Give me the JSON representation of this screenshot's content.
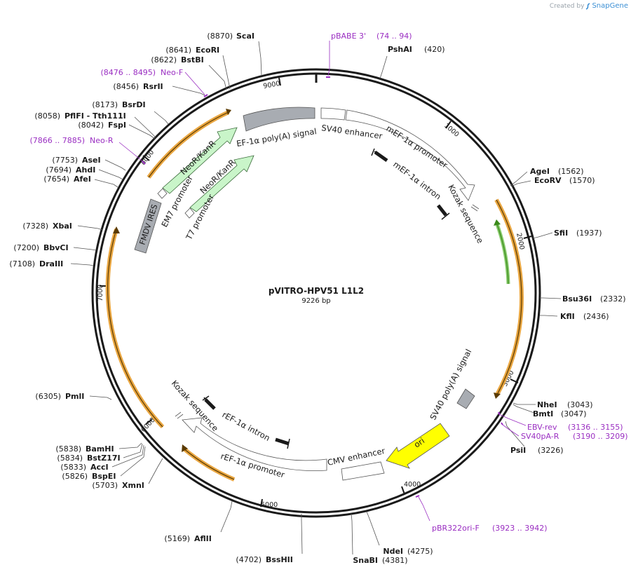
{
  "credit": {
    "prefix": "Created by",
    "brand": "SnapGene"
  },
  "plasmid": {
    "name": "pVITRO-HPV51 L1L2",
    "size_label": "9226 bp",
    "length": 9226
  },
  "colors": {
    "primer": "#9a2ec2",
    "feature_gray": "#a8acb2",
    "neo": "#c9f5c9",
    "ori": "#ffff00",
    "orf": "#e9a641",
    "green": "#3a8a1a"
  },
  "ticks": [
    "1000",
    "2000",
    "3000",
    "4000",
    "5000",
    "6000",
    "7000",
    "8000",
    "9000"
  ],
  "enzymes": [
    {
      "name": "ScaI",
      "pos": "(8870)"
    },
    {
      "name": "EcoRI",
      "pos": "(8641)"
    },
    {
      "name": "BstBI",
      "pos": "(8622)"
    },
    {
      "name": "RsrII",
      "pos": "(8456)"
    },
    {
      "name": "BsrDI",
      "pos": "(8173)"
    },
    {
      "name": "PflFI - Tth111I",
      "pos": "(8058)"
    },
    {
      "name": "FspI",
      "pos": "(8042)"
    },
    {
      "name": "AseI",
      "pos": "(7753)"
    },
    {
      "name": "AhdI",
      "pos": "(7694)"
    },
    {
      "name": "AfeI",
      "pos": "(7654)"
    },
    {
      "name": "XbaI",
      "pos": "(7328)"
    },
    {
      "name": "BbvCI",
      "pos": "(7200)"
    },
    {
      "name": "DraIII",
      "pos": "(7108)"
    },
    {
      "name": "PmlI",
      "pos": "(6305)"
    },
    {
      "name": "BamHI",
      "pos": "(5838)"
    },
    {
      "name": "BstZ17I",
      "pos": "(5834)"
    },
    {
      "name": "AccI",
      "pos": "(5833)"
    },
    {
      "name": "BspEI",
      "pos": "(5826)"
    },
    {
      "name": "XmnI",
      "pos": "(5703)"
    },
    {
      "name": "AflII",
      "pos": "(5169)"
    },
    {
      "name": "BssHII",
      "pos": "(4702)"
    },
    {
      "name": "SnaBI",
      "pos": "(4381)"
    },
    {
      "name": "NdeI",
      "pos": "(4275)"
    },
    {
      "name": "PsiI",
      "pos": "(3226)"
    },
    {
      "name": "BmtI",
      "pos": "(3047)"
    },
    {
      "name": "NheI",
      "pos": "(3043)"
    },
    {
      "name": "KflI",
      "pos": "(2436)"
    },
    {
      "name": "Bsu36I",
      "pos": "(2332)"
    },
    {
      "name": "SfiI",
      "pos": "(1937)"
    },
    {
      "name": "EcoRV",
      "pos": "(1570)"
    },
    {
      "name": "AgeI",
      "pos": "(1562)"
    },
    {
      "name": "PshAI",
      "pos": "(420)"
    }
  ],
  "primers": [
    {
      "name": "pBABE 3'",
      "range": "(74 .. 94)"
    },
    {
      "name": "Neo-F",
      "range": "(8476 .. 8495)"
    },
    {
      "name": "Neo-R",
      "range": "(7866 .. 7885)"
    },
    {
      "name": "EBV-rev",
      "range": "(3136 .. 3155)"
    },
    {
      "name": "SV40pA-R",
      "range": "(3190 .. 3209)"
    },
    {
      "name": "pBR322ori-F",
      "range": "(3923 .. 3942)"
    }
  ],
  "features": {
    "ef1a_polya": "EF-1α poly(A) signal",
    "sv40_enhancer": "SV40 enhancer",
    "mef1a_promoter": "mEF-1α promoter",
    "mef1a_intron": "mEF-1α intron",
    "kozak_1": "Kozak sequence",
    "neokanr_outer": "NeoR/KanR",
    "neokanr_inner": "NeoR/KanR",
    "em7": "EM7 promoter",
    "t7": "T7 promoter",
    "fmdv": "FMDV IRES",
    "sv40_polya": "SV40 poly(A) signal",
    "ori": "ori",
    "cmv": "CMV enhancer",
    "ref1a_promoter": "rEF-1α promoter",
    "ref1a_intron": "rEF-1α intron",
    "kozak_2": "Kozak sequence"
  }
}
